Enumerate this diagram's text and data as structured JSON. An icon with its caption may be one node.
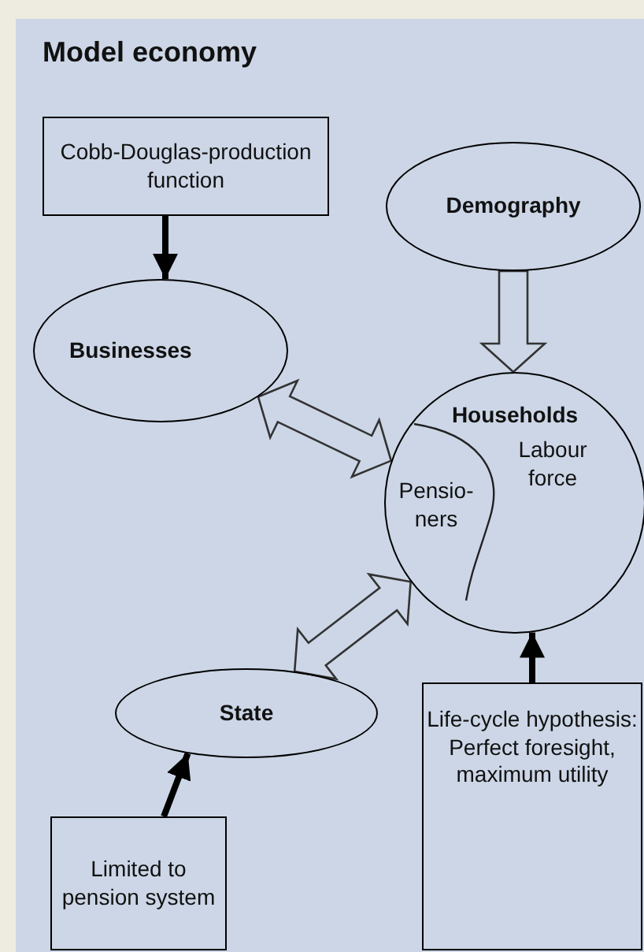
{
  "diagram": {
    "title": "Model economy",
    "nodes": [
      {
        "text": [
          "Cobb-Douglas-production function"
        ]
      },
      {
        "text": [
          "Demography"
        ]
      },
      {
        "text": [
          "Businesses"
        ]
      },
      {
        "text": [
          "Households"
        ]
      },
      {
        "text": [
          "Pensio- ners"
        ],
        "in": 3
      },
      {
        "text": [
          "Labour force"
        ],
        "in": 3
      },
      {
        "text": [
          "State"
        ]
      },
      {
        "text": [
          "Limited to pension system"
        ]
      },
      {
        "text": [
          "Life-cycle hypothesis: Perfect foresight, maximum utility"
        ]
      }
    ],
    "edges": [
      {
        "from": 0,
        "to": 2,
        "arrow": "to"
      },
      {
        "from": 1,
        "to": 3,
        "arrow": "to",
        "style": "thick"
      },
      {
        "from": 2,
        "to": 3,
        "arrow": "both",
        "style": "thick"
      },
      {
        "from": 6,
        "to": 3,
        "arrow": "both",
        "style": "thick"
      },
      {
        "from": 7,
        "to": 6,
        "arrow": "to"
      },
      {
        "from": 8,
        "to": 3,
        "arrow": "to"
      }
    ]
  }
}
